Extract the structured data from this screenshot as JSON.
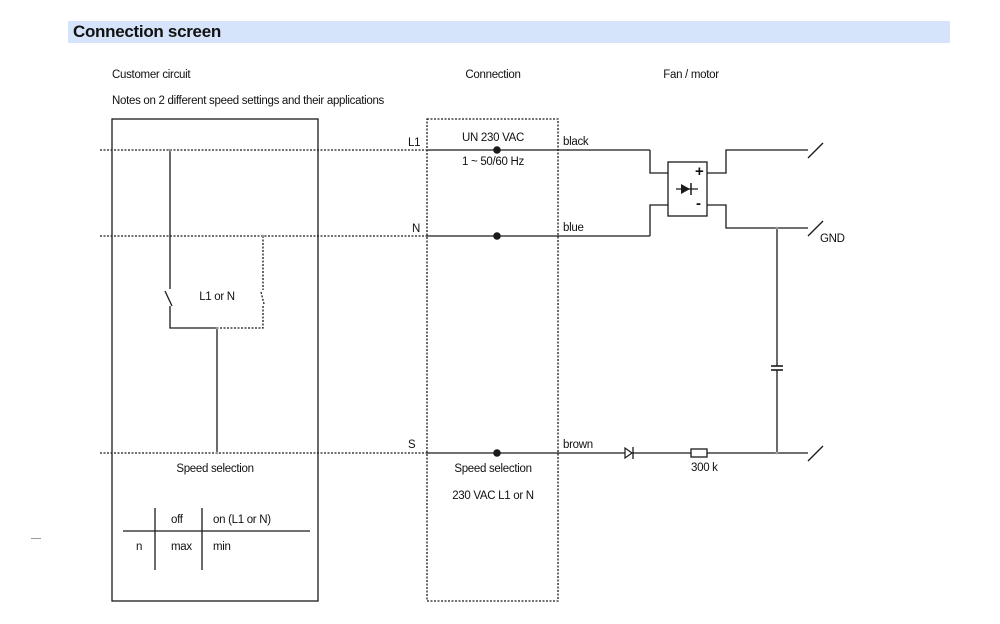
{
  "header": {
    "title": "Connection screen"
  },
  "sections": {
    "customer_circuit": "Customer circuit",
    "connection": "Connection",
    "fan_motor": "Fan / motor"
  },
  "notes": "Notes on 2 different speed settings and their applications",
  "terminals": {
    "l1": "L1",
    "n": "N",
    "s": "S"
  },
  "supply": {
    "voltage": "UN 230 VAC",
    "frequency": "1 ~ 50/60 Hz"
  },
  "wires": {
    "l1_color": "black",
    "n_color": "blue",
    "s_color": "brown"
  },
  "switch_label": "L1 or N",
  "customer_speed_selection": "Speed selection",
  "connection_speed_selection": "Speed selection",
  "connection_speed_note": "230 VAC L1 or N",
  "rectifier": {
    "plus": "+",
    "minus": "-"
  },
  "gnd_label": "GND",
  "resistor_label": "300 k",
  "speed_table": {
    "headers": [
      "",
      "off",
      "on (L1 or N)"
    ],
    "rows": [
      [
        "n",
        "max",
        "min"
      ]
    ]
  },
  "colors": {
    "header_background": "#d6e4fb",
    "line": "#1a1a1a"
  }
}
